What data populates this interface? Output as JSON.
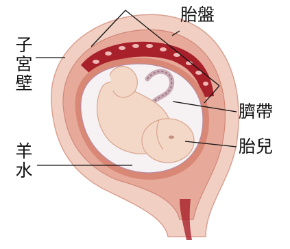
{
  "labels": {
    "placenta": "胎盤",
    "uterine_wall": "子宮壁",
    "umbilical_cord": "臍帶",
    "fetus": "胎兒",
    "amniotic_fluid": "羊水"
  },
  "colors": {
    "uterus_outer": "#f1cfc3",
    "uterus_mid": "#e7a99a",
    "uterus_inner": "#d98876",
    "placenta": "#a8202a",
    "placenta_spots": "#f0b8b4",
    "amniotic_sac": "#f6f1f2",
    "fetus_skin": "#f3d8c7",
    "fetus_shadow": "#d9a48f",
    "cord": "#c9a9b3",
    "leader_line": "#111111"
  }
}
